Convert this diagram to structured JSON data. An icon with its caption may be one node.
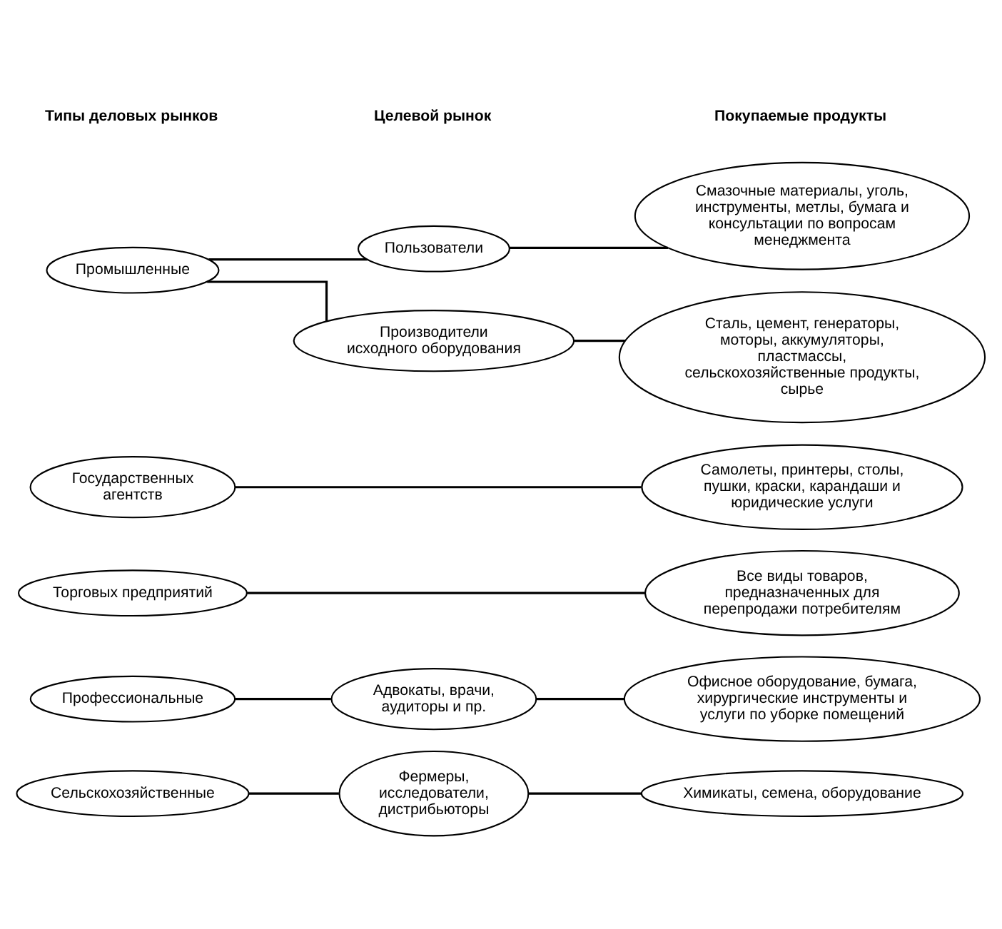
{
  "diagram": {
    "nodes": [
      {
        "text": [
          "Промышленные"
        ]
      },
      {
        "text": [
          "Производители исходного оборудования"
        ]
      },
      {
        "text": [
          "Сталь, цемент, генераторы, моторы, аккумуляторы, пластмассы, сельскохозяйственные продукты, сырье"
        ]
      },
      {
        "text": [
          "Пользователи"
        ]
      },
      {
        "text": [
          "Смазочные материалы, уголь, инструменты, метлы, бумага и консультации по вопросам менеджмента"
        ]
      },
      {
        "text": [
          "Государственных агентств"
        ]
      },
      {
        "text": [
          "Самолеты, принтеры, столы, пушки, краски, карандаши и юридические услуги"
        ]
      },
      {
        "text": [
          "Торговых предприятий"
        ]
      },
      {
        "text": [
          "Все виды товаров, предназначенных для перепродажи потребителям"
        ]
      },
      {
        "text": [
          "Профессиональные"
        ]
      },
      {
        "text": [
          "Адвокаты, врачи, аудиторы и пр."
        ]
      },
      {
        "text": [
          "Офисное оборудование, бумага, хирургические инструменты и услуги по уборке помещений"
        ]
      },
      {
        "text": [
          "Сельскохозяйственные"
        ]
      },
      {
        "text": [
          "Фермеры, исследователи, дистрибьюторы"
        ]
      },
      {
        "text": [
          "Химикаты, семена, оборудование"
        ]
      }
    ],
    "edges": [
      {
        "from": 0,
        "to": 1,
        "arrow": "none"
      },
      {
        "from": 1,
        "to": 2,
        "arrow": "none"
      },
      {
        "from": 0,
        "to": 3,
        "arrow": "none"
      },
      {
        "from": 3,
        "to": 4,
        "arrow": "none"
      },
      {
        "from": 5,
        "to": 6,
        "arrow": "none"
      },
      {
        "from": 7,
        "to": 8,
        "arrow": "none"
      },
      {
        "from": 9,
        "to": 10,
        "arrow": "none"
      },
      {
        "from": 10,
        "to": 11,
        "arrow": "none"
      },
      {
        "from": 12,
        "to": 13,
        "arrow": "none"
      },
      {
        "from": 13,
        "to": 14,
        "arrow": "none"
      }
    ],
    "labels": [
      "Типы деловых рынков",
      "Целевой рынок",
      "Покупаемые продукты"
    ]
  }
}
